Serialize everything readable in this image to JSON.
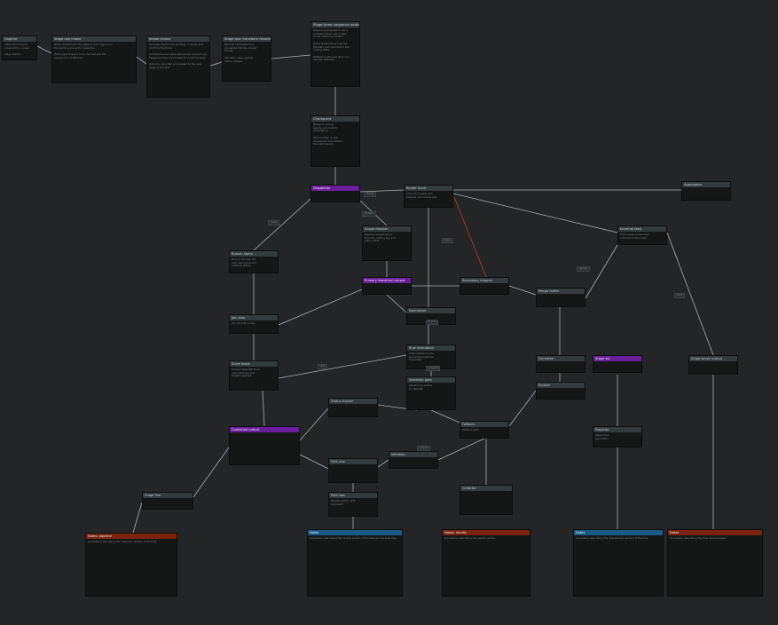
{
  "nodes": [
    {
      "id": "n1",
      "title": "Capture",
      "body": "Initial input source\nprepared for review\n\nstage marker",
      "style": "gray"
    },
    {
      "id": "n2",
      "title": "Stage one intake",
      "body": "Notes received for the pipeline and logged into\nthe working queue for inspection.\n\nItems pass forward once checked and the\nsequence is confirmed.",
      "style": "gray"
    },
    {
      "id": "n3",
      "title": "Intake review",
      "body": "Reviewer checks the package contents and\nconfirms the fields.\n\nAnnotations are appended where relevant and\nflagged entries are marked for a second pass.\n\nOutcome recorded and passed to the next\nstage in the flow.",
      "style": "gray"
    },
    {
      "id": "n4",
      "title": "Stage two: transform records",
      "body": "Records normalized and\nconverted into the shared\nformat.\n\nValidation pass applied\nbefore release.",
      "style": "gray"
    },
    {
      "id": "n5",
      "title": "Stage three: sequence routing",
      "body": "Sequence assigned to each\nincoming block and routed\nto the matching handler.\n\nOrder preserved across the\nhandlers and recorded in the\nrouting table.\n\nFallback route used when no\nhandler matches.",
      "style": "gray"
    },
    {
      "id": "n6",
      "title": "Checkpoint",
      "body": "Merge incoming\nresults and confirm\nconsistency.\n\nState written to the\ncheckpoint store before\nthe next branch.",
      "style": "gray"
    },
    {
      "id": "n7",
      "title": "Dispatcher",
      "body": "",
      "style": "purple"
    },
    {
      "id": "n8",
      "title": "Router input",
      "body": "Inbound request with\nheaders and routing key.",
      "style": "gray"
    },
    {
      "id": "n9",
      "title": "Scope resolver",
      "body": "Resolves target scope\nfrom the routing key and\npolicy table.",
      "style": "gray"
    },
    {
      "id": "n10",
      "title": "Aggregator",
      "body": "",
      "style": "gray"
    },
    {
      "id": "n11",
      "title": "External feed",
      "body": "Feed values pulled and\nmatched to the index.",
      "style": "gray"
    },
    {
      "id": "n12",
      "title": "Branch alpha",
      "body": "Branch handles the\nfirst case group and\nemits its status.",
      "style": "gray"
    },
    {
      "id": "n13",
      "title": "Primary transform output",
      "body": "",
      "style": "purple"
    },
    {
      "id": "n14",
      "title": "Secondary mapper",
      "body": "",
      "style": "gray"
    },
    {
      "id": "n15",
      "title": "Merge buffer",
      "body": "",
      "style": "gray"
    },
    {
      "id": "n16",
      "title": "Normalizer",
      "body": "",
      "style": "gray"
    },
    {
      "id": "n17",
      "title": "Join step",
      "body": "Join records on key.",
      "style": "gray"
    },
    {
      "id": "n18",
      "title": "Rule evaluation",
      "body": "Rules applied to the\njoined set; matches\nforwarded.",
      "style": "gray"
    },
    {
      "id": "n19",
      "title": "Score block",
      "body": "Scores computed from\nrule outcomes and\nweights applied.",
      "style": "gray"
    },
    {
      "id": "n20",
      "title": "Selection gate",
      "body": "Selects top entries\nfor handoff.",
      "style": "gray"
    },
    {
      "id": "n21",
      "title": "Status tracker",
      "body": "",
      "style": "gray"
    },
    {
      "id": "n22",
      "title": "Combined output",
      "body": "",
      "style": "purple"
    },
    {
      "id": "n23",
      "title": "Fallback",
      "body": "Fallback path",
      "style": "gray"
    },
    {
      "id": "n24",
      "title": "Formatter",
      "body": "",
      "style": "gray"
    },
    {
      "id": "n25",
      "title": "Emitter",
      "body": "",
      "style": "gray"
    },
    {
      "id": "n26",
      "title": "Validator",
      "body": "",
      "style": "gray"
    },
    {
      "id": "n27",
      "title": "Path one",
      "body": "",
      "style": "gray"
    },
    {
      "id": "n28",
      "title": "Path two",
      "body": "Results written with\nchecksum.",
      "style": "gray"
    },
    {
      "id": "n29",
      "title": "Collector",
      "body": "",
      "style": "gray"
    },
    {
      "id": "n30",
      "title": "Reporter",
      "body": "Report text\ngenerated.",
      "style": "gray"
    },
    {
      "id": "n31",
      "title": "Stage five",
      "body": "",
      "style": "gray"
    },
    {
      "id": "n32",
      "title": "Stage six",
      "body": "",
      "style": "purple"
    },
    {
      "id": "n33",
      "title": "Stage seven output",
      "body": "",
      "style": "gray"
    },
    {
      "id": "n34",
      "title": "Stage four",
      "body": "",
      "style": "gray"
    },
    {
      "id": "n35",
      "title": "Stage eight",
      "body": "",
      "style": "gray"
    },
    {
      "id": "n36",
      "title": "Archive",
      "body": "",
      "style": "gray"
    },
    {
      "id": "n37",
      "title": "Notes: pipeline",
      "body": "Annotation describing the upstream section of the flow.",
      "style": "red"
    },
    {
      "id": "n38",
      "title": "Notes",
      "body": "Annotation describing the central section of the flow and its branches.",
      "style": "blue"
    },
    {
      "id": "n39",
      "title": "Notes: results",
      "body": "Annotation describing the results section.",
      "style": "red"
    },
    {
      "id": "n40",
      "title": "Notes",
      "body": "Annotation describing the downstream section of the flow.",
      "style": "blue"
    },
    {
      "id": "n41",
      "title": "Notes",
      "body": "Annotation describing the final archive stage.",
      "style": "red"
    }
  ],
  "edge_labels": [
    "route",
    "forward",
    "merge",
    "pass",
    "update",
    "emit",
    "link",
    "output",
    "connect",
    "check"
  ],
  "colors": {
    "background": "#232527",
    "edge": "#aab0b3",
    "edge_accent": "#c0392b",
    "purple": "#6a1f9a",
    "blue": "#1a5a86",
    "red": "#7a2410"
  }
}
